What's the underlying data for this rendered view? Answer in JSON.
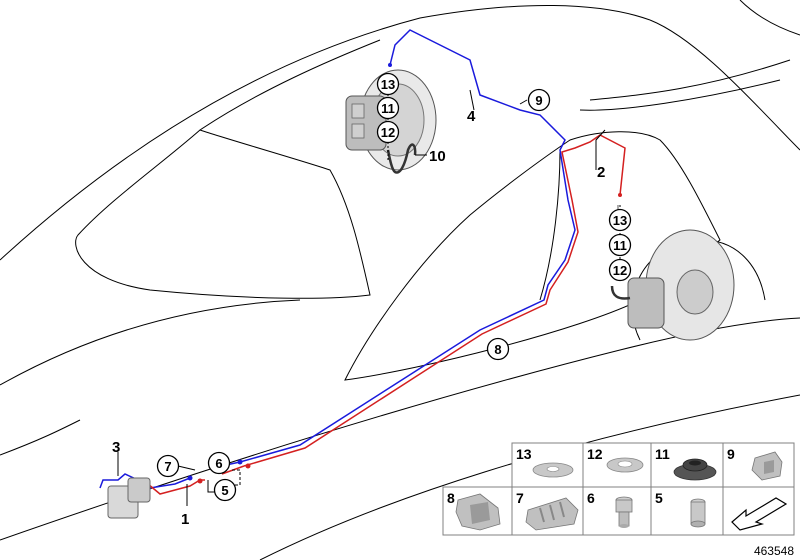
{
  "diagram": {
    "reference_number": "463548",
    "callouts": {
      "c1": "1",
      "c2": "2",
      "c3": "3",
      "c4": "4",
      "c10": "10"
    },
    "circles": {
      "front_13": "13",
      "front_11": "11",
      "front_12": "12",
      "rear_13": "13",
      "rear_11": "11",
      "rear_12": "12",
      "c9": "9",
      "c8": "8",
      "c7": "7",
      "c6": "6",
      "c5": "5"
    },
    "parts_table": {
      "row1": [
        "13",
        "12",
        "11",
        "9"
      ],
      "row2": [
        "8",
        "7",
        "6",
        "5"
      ]
    },
    "colors": {
      "blue_line": "#1a1adc",
      "red_line": "#d42020",
      "table_border": "#808080",
      "part_fill": "#c8c8c8"
    }
  }
}
